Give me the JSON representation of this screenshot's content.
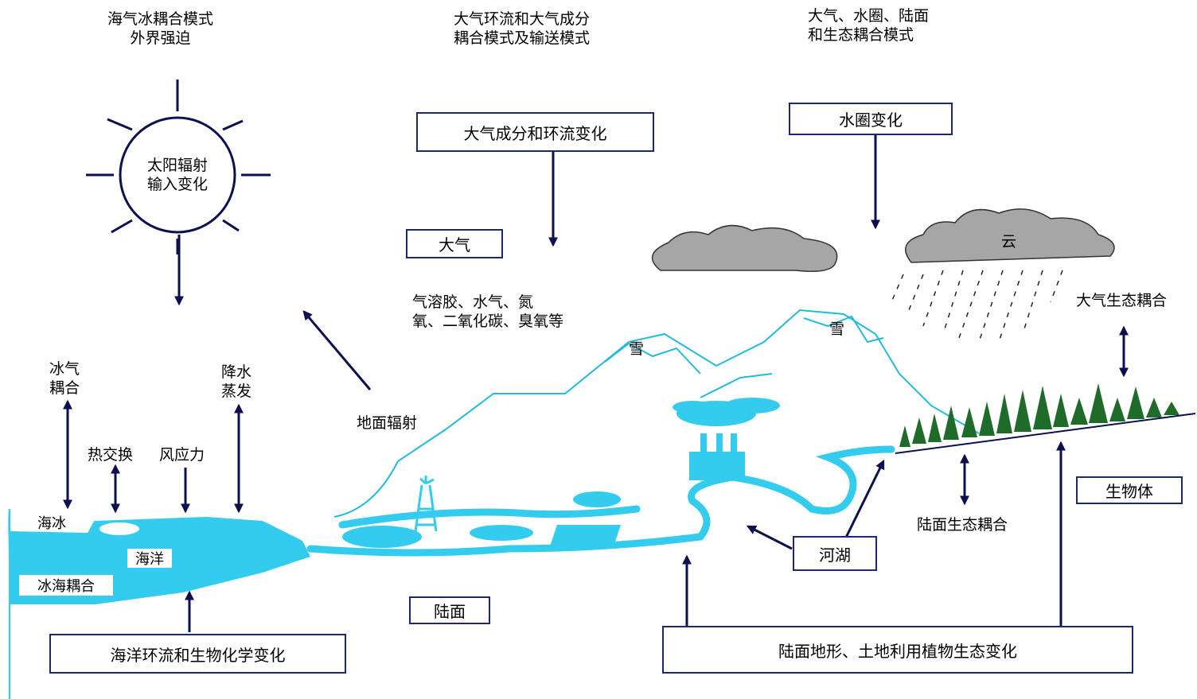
{
  "header": {
    "col1": [
      "海气冰耦合模式",
      "外界强迫"
    ],
    "col2": [
      "大气环流和大气成分",
      "耦合模式及输送模式"
    ],
    "col3": [
      "大气、水圈、陆面",
      "和生态耦合模式"
    ]
  },
  "sun": {
    "line1": "太阳辐射",
    "line2": "输入变化"
  },
  "boxes": {
    "atmos_change": "大气成分和环流变化",
    "hydro_change": "水圈变化",
    "atmosphere": "大气",
    "land": "陆面",
    "river_lake": "河湖",
    "biota": "生物体",
    "ocean_bio": "海洋环流和生物化学变化",
    "land_change": "陆面地形、土地利用植物生态变化",
    "ocean": "海洋",
    "sea_ice": "海冰",
    "ice_sea_coupling": "冰海耦合"
  },
  "labels": {
    "gases_line1": "气溶胶、水气、氮",
    "gases_line2": "氧、二氧化碳、臭氧等",
    "ground_radiation": "地面辐射",
    "ice_air_1": "冰气",
    "ice_air_2": "耦合",
    "heat_exchange": "热交换",
    "wind_stress": "风应力",
    "precip_1": "降水",
    "precip_2": "蒸发",
    "snow_1": "雪",
    "snow_2": "雪",
    "cloud": "云",
    "atmos_eco": "大气生态耦合",
    "land_eco": "陆面生态耦合"
  },
  "colors": {
    "water": "#33ccee",
    "outline": "#22bbdd",
    "cloud": "#a6a6a6",
    "tree": "#1e6b2a",
    "arrow": "#0a1050",
    "box_border": "#1a2a6c"
  }
}
